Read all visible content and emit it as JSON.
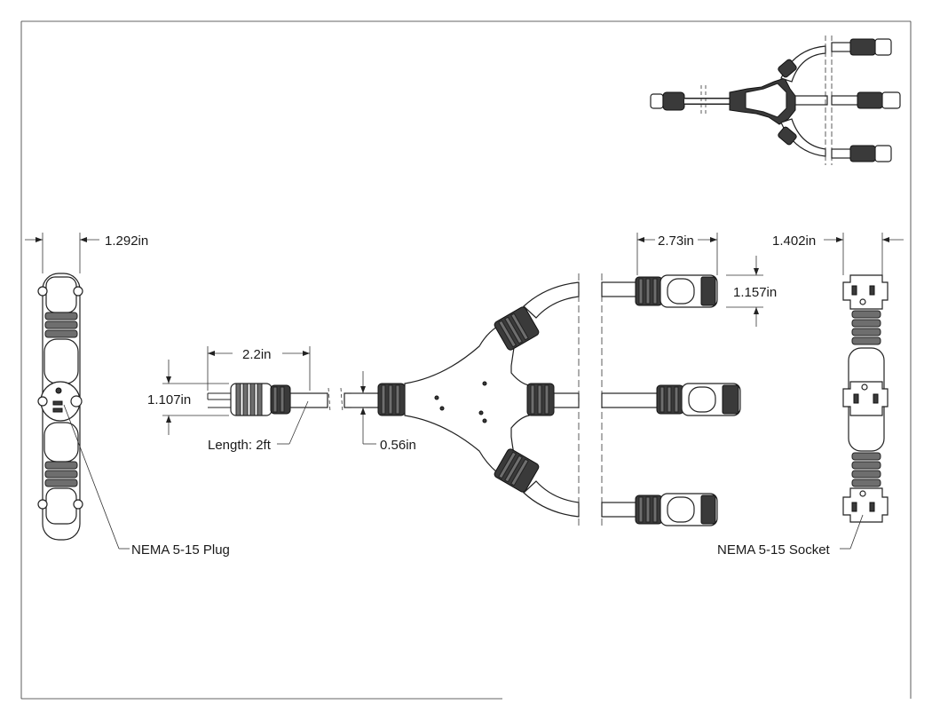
{
  "dimensions": {
    "plug_side_width": "1.292in",
    "plug_length": "2.2in",
    "plug_height": "1.107in",
    "cable_length": "Length: 2ft",
    "cable_diameter": "0.56in",
    "socket_length": "2.73in",
    "socket_height": "1.157in",
    "socket_side_width": "1.402in"
  },
  "callouts": {
    "plug_label": "NEMA 5-15 Plug",
    "socket_label": "NEMA 5-15 Socket"
  },
  "colors": {
    "line": "#222222",
    "grip": "#6e6e6e",
    "background": "#ffffff"
  }
}
